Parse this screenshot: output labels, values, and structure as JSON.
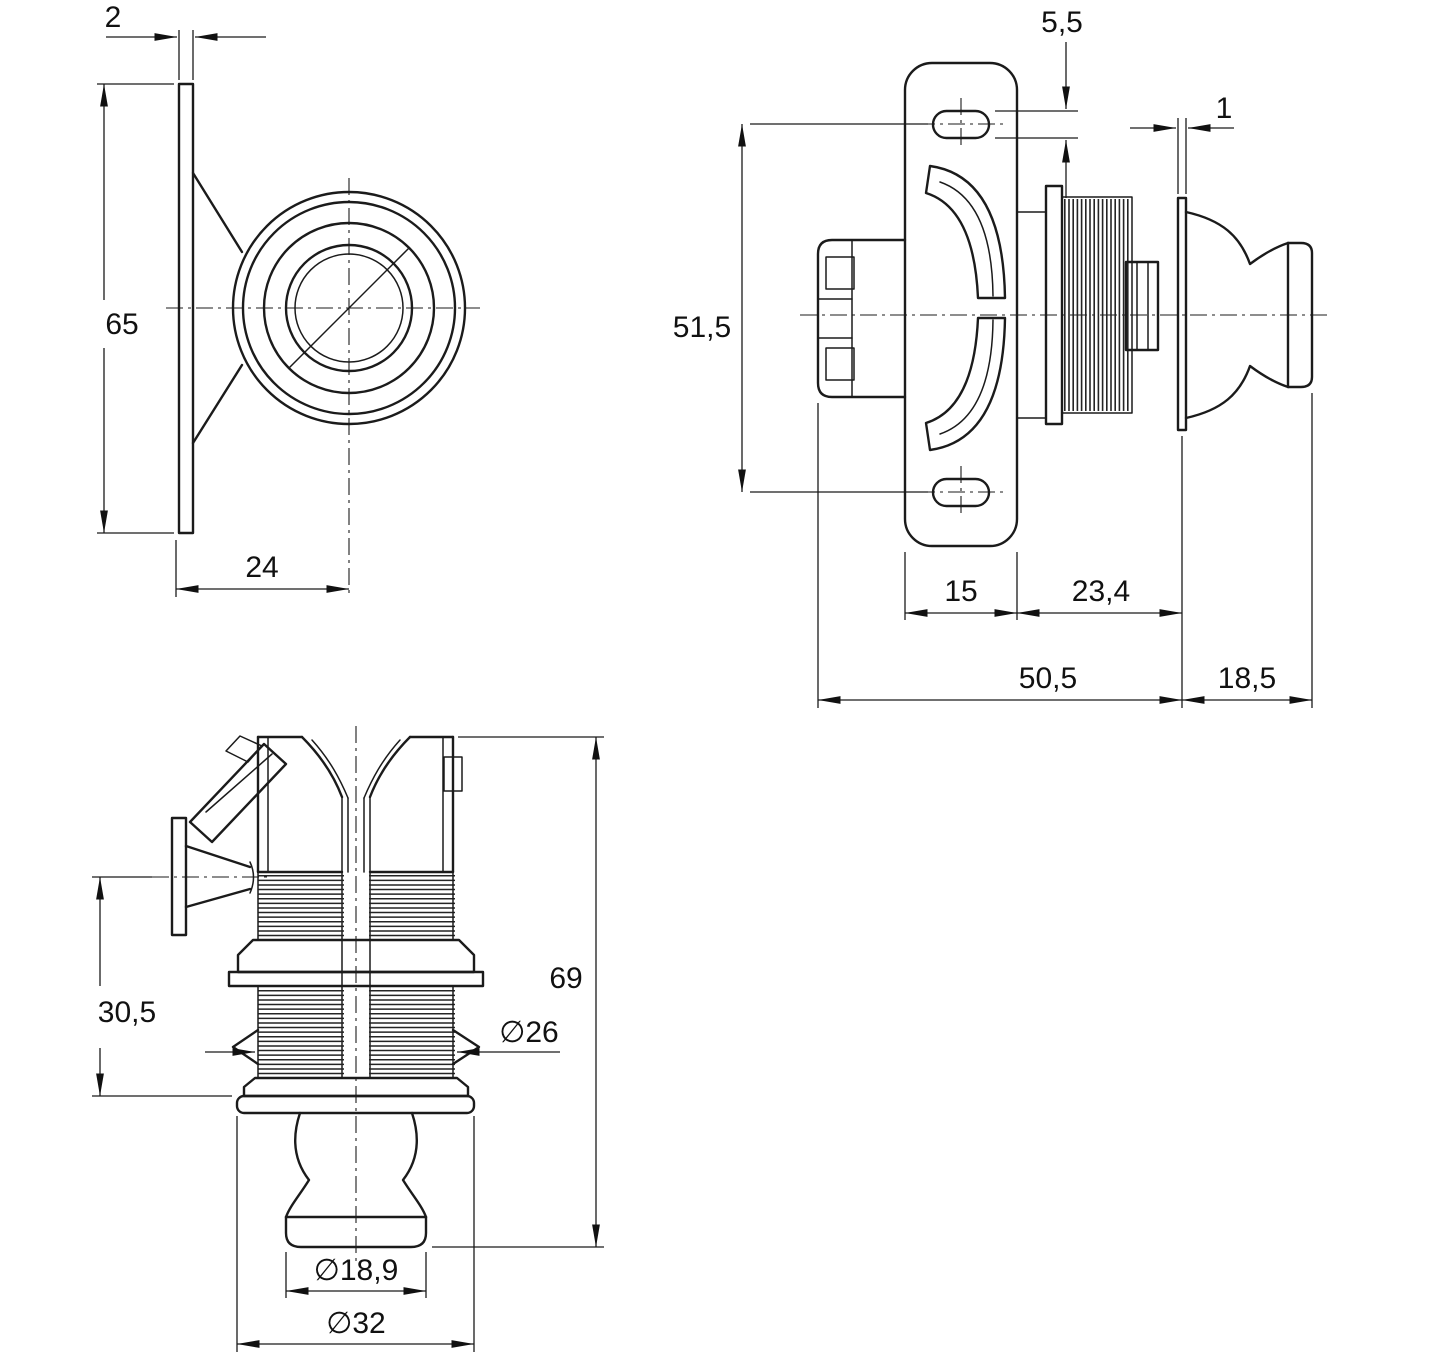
{
  "sheet": {
    "background": "#ffffff",
    "ink": "#1b1b1b"
  },
  "views": {
    "front": {
      "dims": {
        "plate_thickness": "2",
        "plate_height": "65",
        "plate_to_center": "24"
      }
    },
    "side": {
      "dims": {
        "slot_width": "5,5",
        "flange_thickness": "1",
        "hole_spacing": "51,5",
        "plate_width": "15",
        "thread_length": "23,4",
        "body_length": "50,5",
        "knob_length": "18,5"
      }
    },
    "section": {
      "dims": {
        "install_depth": "30,5",
        "overall_length": "69",
        "thread_diameter": "∅26",
        "face_diameter": "∅18,9",
        "base_diameter": "∅32"
      }
    }
  }
}
